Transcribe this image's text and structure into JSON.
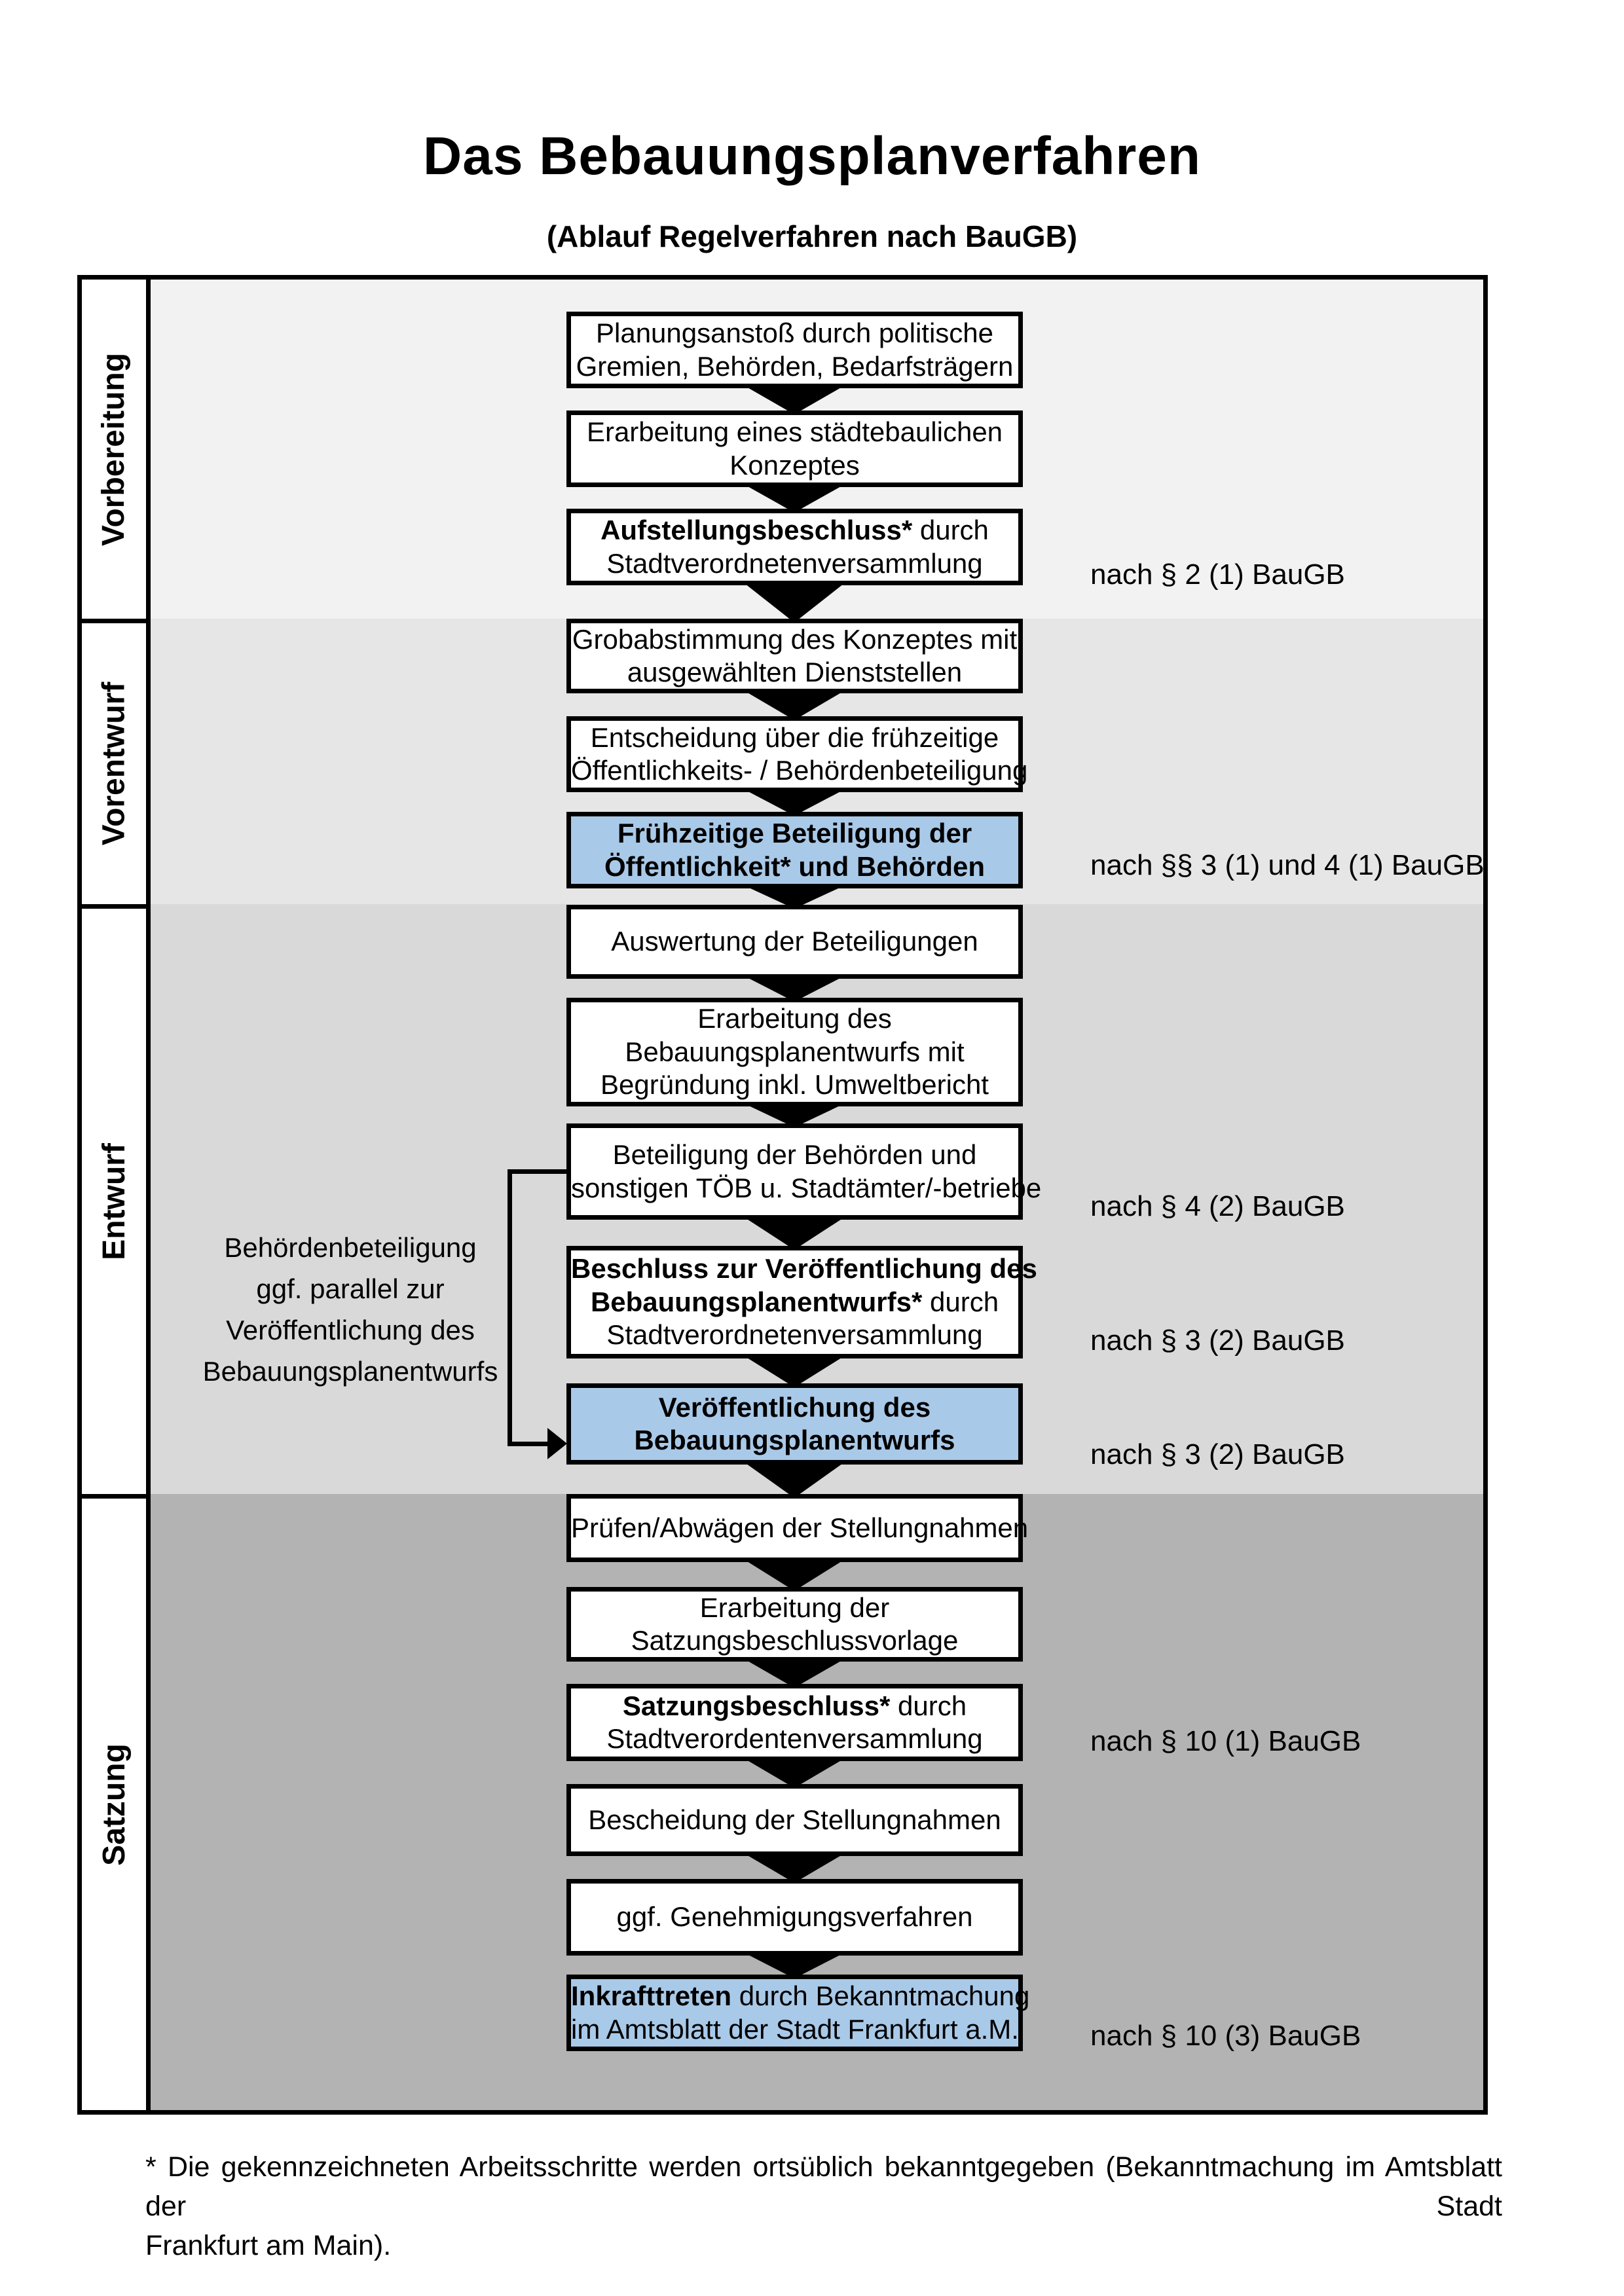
{
  "title": "Das Bebauungsplanverfahren",
  "subtitle": "(Ablauf Regelverfahren nach BauGB)",
  "phases": [
    {
      "label": "Vorbereitung"
    },
    {
      "label": "Vorentwurf"
    },
    {
      "label": "Entwurf"
    },
    {
      "label": "Satzung"
    }
  ],
  "boxes": {
    "b1": {
      "l1": "Planungsanstoß durch politische",
      "l2": "Gremien, Behörden, Bedarfsträgern"
    },
    "b2": {
      "l1": "Erarbeitung eines städtebaulichen",
      "l2": "Konzeptes"
    },
    "b3": {
      "l1b": "Aufstellungsbeschluss*",
      "l1r": " durch",
      "l2": "Stadtverordnetenversammlung"
    },
    "b4": {
      "l1": "Grobabstimmung des Konzeptes mit",
      "l2": "ausgewählten Dienststellen"
    },
    "b5": {
      "l1": "Entscheidung über die frühzeitige",
      "l2": "Öffentlichkeits- / Behördenbeteiligung"
    },
    "b6": {
      "l1": "Frühzeitige Beteiligung der",
      "l2": "Öffentlichkeit* und Behörden"
    },
    "b7": {
      "l1": "Auswertung der Beteiligungen"
    },
    "b8": {
      "l1": "Erarbeitung des",
      "l2": "Bebauungsplanentwurfs mit",
      "l3": "Begründung inkl. Umweltbericht"
    },
    "b9": {
      "l1": "Beteiligung der Behörden und",
      "l2": "sonstigen TÖB u. Stadtämter/-betriebe"
    },
    "b10": {
      "l1b": "Beschluss zur Veröffentlichung des",
      "l2b": "Bebauungsplanentwurfs*",
      "l2r": " durch",
      "l3": "Stadtverordnetenversammlung"
    },
    "b11": {
      "l1": "Veröffentlichung des",
      "l2": "Bebauungsplanentwurfs"
    },
    "b12": {
      "l1": "Prüfen/Abwägen der Stellungnahmen"
    },
    "b13": {
      "l1": "Erarbeitung der",
      "l2": "Satzungsbeschlussvorlage"
    },
    "b14": {
      "l1b": "Satzungsbeschluss*",
      "l1r": " durch",
      "l2": "Stadtverordentenversammlung"
    },
    "b15": {
      "l1": "Bescheidung der Stellungnahmen"
    },
    "b16": {
      "l1": "ggf. Genehmigungsverfahren"
    },
    "b17": {
      "l1b": "Inkrafttreten",
      "l1r": " durch Bekanntmachung",
      "l2": "im Amtsblatt der Stadt Frankfurt a.M."
    }
  },
  "side_note": "Behördenbeteiligung ggf. parallel zur Veröffentlichung des Bebauungsplanentwurfs",
  "legal_refs": {
    "r1": "nach § 2 (1) BauGB",
    "r2": "nach §§ 3 (1) und 4 (1) BauGB",
    "r3": "nach § 4 (2) BauGB",
    "r4": "nach § 3 (2) BauGB",
    "r5": "nach § 3 (2) BauGB",
    "r6": "nach § 10 (1) BauGB",
    "r7": "nach § 10 (3) BauGB"
  },
  "footnote": {
    "line1": "* Die gekennzeichneten Arbeitsschritte werden ortsüblich bekanntgegeben (Bekanntmachung im Amtsblatt  der Stadt",
    "line2": "Frankfurt am Main)."
  },
  "colors": {
    "highlight_blue": "#a9c9e8",
    "border_black": "#000000",
    "phase_bg": [
      "#f2f2f2",
      "#e6e6e6",
      "#d9d9d9",
      "#b3b3b3"
    ]
  }
}
